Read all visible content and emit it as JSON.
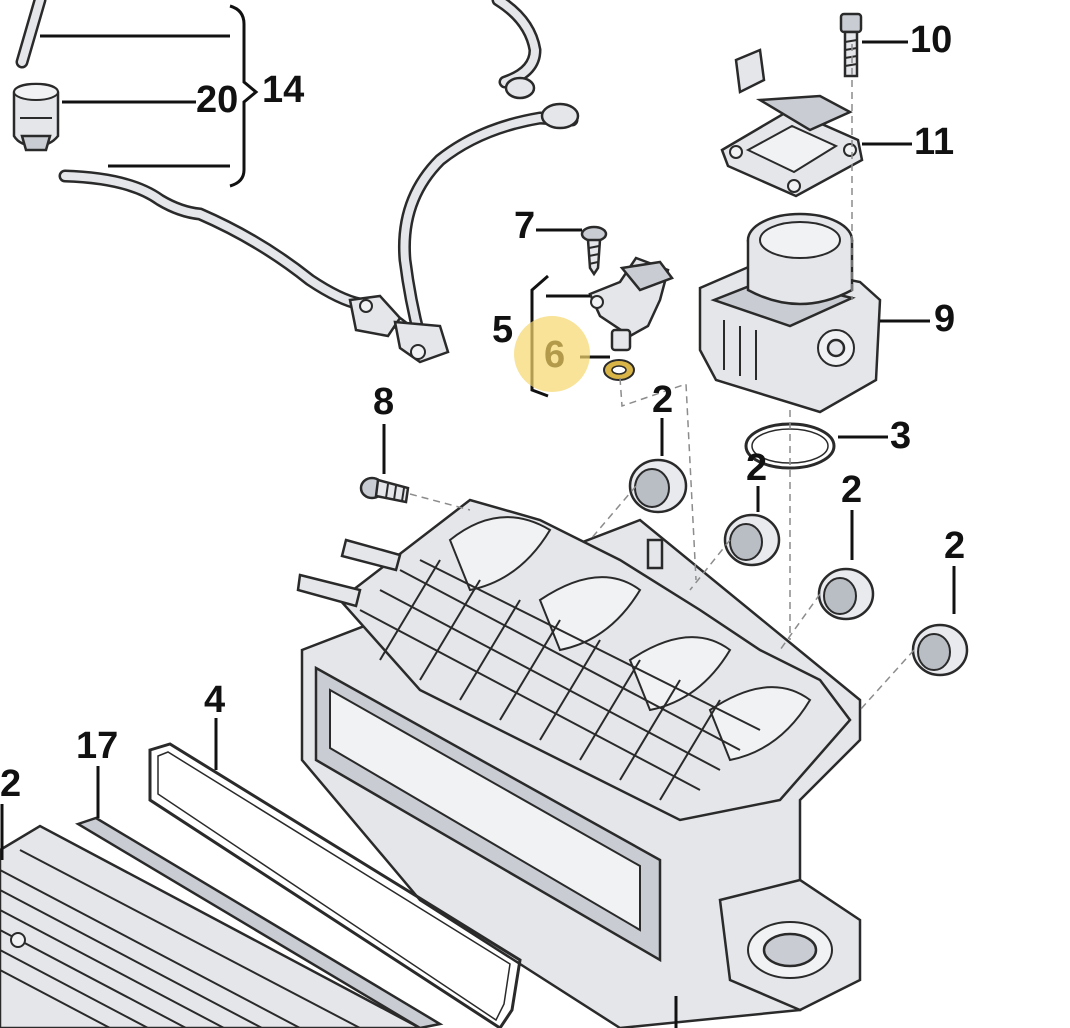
{
  "diagram": {
    "highlight_color": "#f5d76e",
    "callouts": {
      "c2a": "2",
      "c2b": "2",
      "c2c": "2",
      "c2d": "2",
      "c2e": "2",
      "c3": "3",
      "c4": "4",
      "c5": "5",
      "c6": "6",
      "c7": "7",
      "c8": "8",
      "c9": "9",
      "c10": "10",
      "c11": "11",
      "c14": "14",
      "c17": "17",
      "c20": "20"
    }
  }
}
